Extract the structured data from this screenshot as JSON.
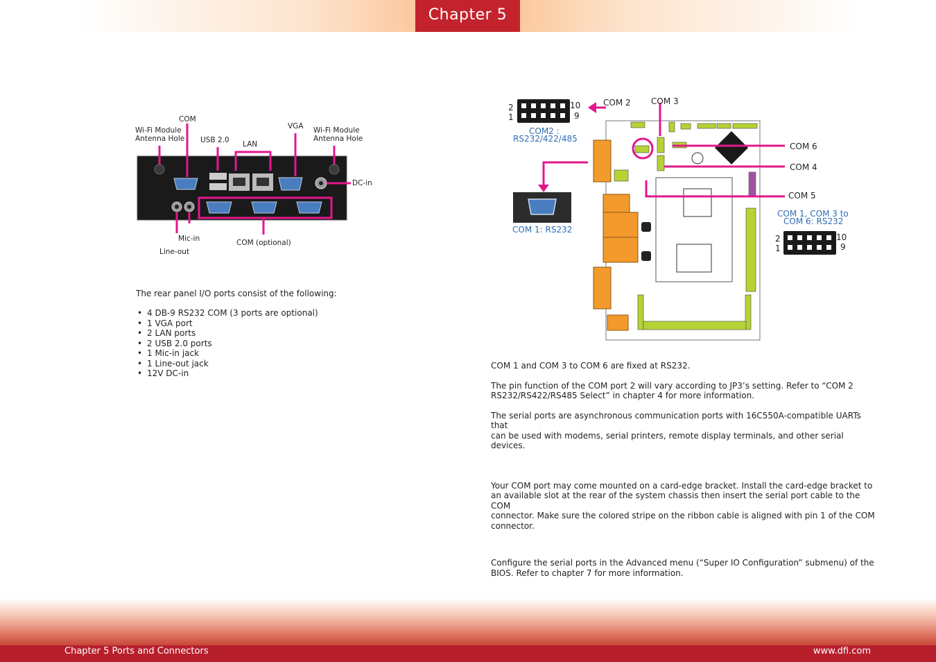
{
  "header": {
    "chapter_tab": "Chapter 5"
  },
  "rear_panel": {
    "labels": {
      "com": "COM",
      "wifi_left_1": "Wi-Fi Module",
      "wifi_left_2": "Antenna Hole",
      "usb": "USB 2.0",
      "lan": "LAN",
      "vga": "VGA",
      "wifi_right_1": "Wi-Fi Module",
      "wifi_right_2": "Antenna Hole",
      "dcin": "DC-in",
      "micin": "Mic-in",
      "lineout": "Line-out",
      "com_optional": "COM (optional)"
    },
    "intro": "The rear panel I/O ports consist of the following:",
    "ports": [
      "4 DB-9 RS232 COM (3 ports are optional)",
      "1 VGA port",
      "2 LAN ports",
      "2 USB 2.0 ports",
      "1 Mic-in jack",
      "1 Line-out jack",
      "12V DC-in"
    ]
  },
  "board": {
    "labels": {
      "com2": "COM 2",
      "com3": "COM 3",
      "com6": "COM 6",
      "com4": "COM 4",
      "com5": "COM 5",
      "com2_mode_1": "COM2 :",
      "com2_mode_2": "RS232/422/485",
      "com1_mode": "COM 1: RS232",
      "com_group_1": "COM 1, COM 3 to",
      "com_group_2": "COM 6: RS232",
      "pin_2": "2",
      "pin_1": "1",
      "pin_10": "10",
      "pin_9": "9"
    }
  },
  "body": {
    "p1": "COM 1 and COM 3 to COM 6 are fixed at RS232.",
    "p2_l1": "The pin function of the COM port 2 will vary according to JP3’s setting. Refer to “COM 2",
    "p2_l2": "RS232/RS422/RS485 Select” in chapter 4 for more information.",
    "p3_l1": "The serial ports are asynchronous communication ports with 16C550A-compatible UARTs that",
    "p3_l2": "can be used with modems, serial printers, remote display terminals, and other serial devices.",
    "p4_l1": "Your COM port may come mounted on a card-edge bracket. Install the card-edge bracket to",
    "p4_l2": "an available slot at the rear of the system chassis then insert the serial port cable to the COM",
    "p4_l3": "connector. Make sure the colored stripe on the ribbon cable is aligned with pin 1 of the COM",
    "p4_l4": "connector.",
    "p5_l1": "Configure the serial ports in the Advanced menu (“Super IO Configuration” submenu) of the",
    "p5_l2": "BIOS. Refer to chapter 7 for more information."
  },
  "footer": {
    "left": "Chapter 5 Ports and Connectors",
    "right": "www.dfi.com"
  },
  "colors": {
    "accent_red": "#c3232d",
    "callout_magenta": "#e4168c",
    "label_blue": "#2e6db4"
  }
}
